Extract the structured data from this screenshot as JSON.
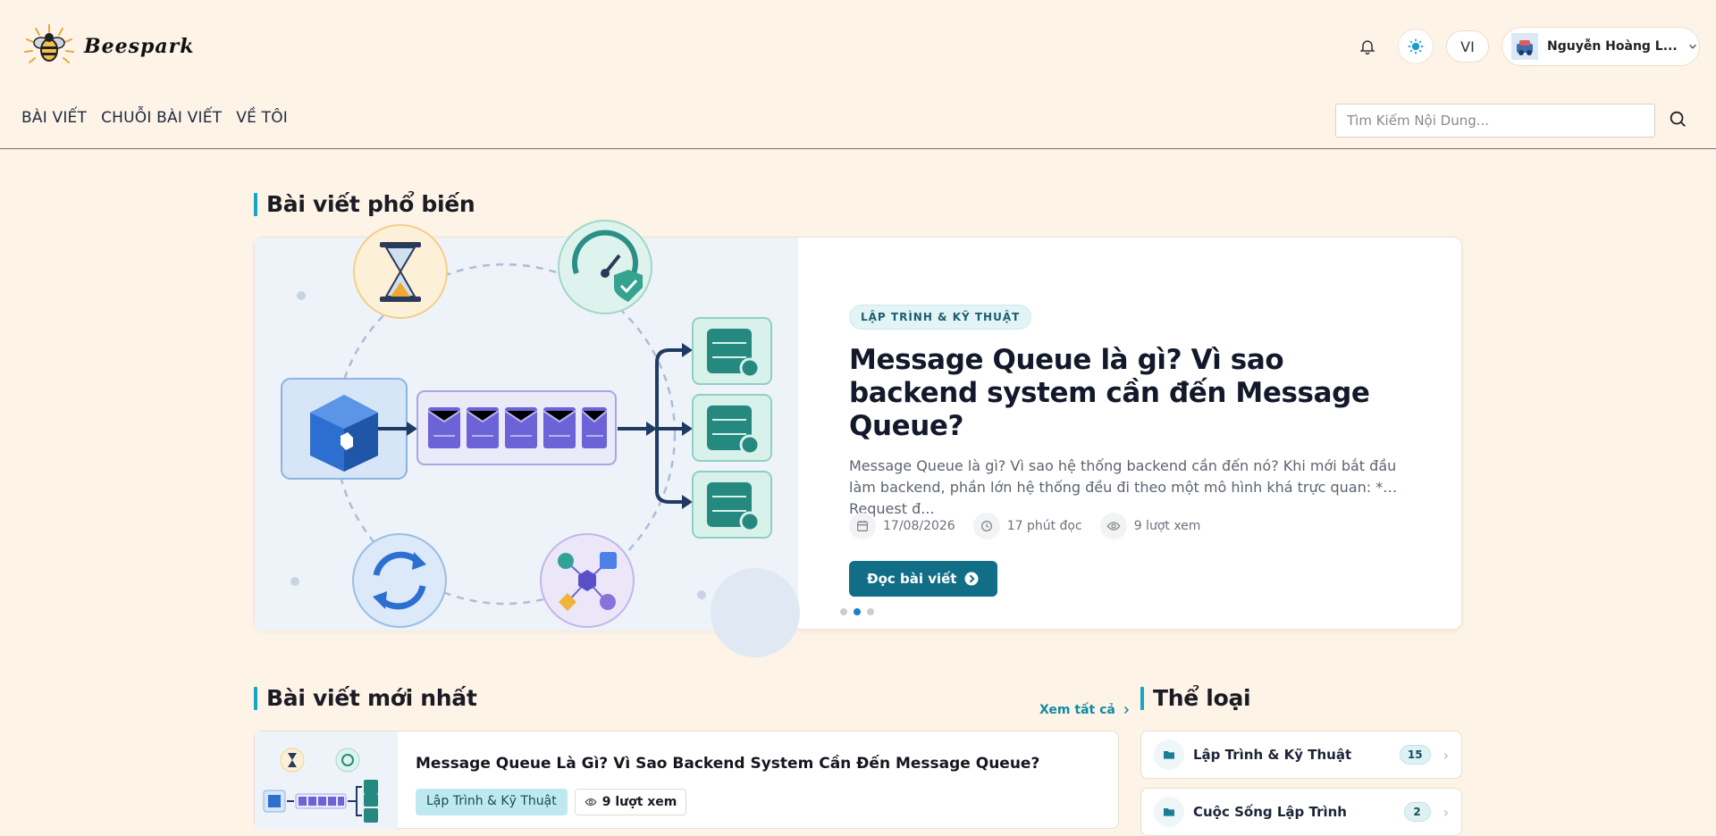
{
  "brand": {
    "name": "Beespark"
  },
  "header": {
    "language": "VI",
    "user_name": "Nguyễn Hoàng L..."
  },
  "nav": {
    "items": [
      "BÀI VIẾT",
      "CHUỖI BÀI VIẾT",
      "VỀ TÔI"
    ]
  },
  "search": {
    "placeholder": "Tìm Kiếm Nội Dung..."
  },
  "popular": {
    "section_title": "Bài viết phổ biến",
    "category": "LẬP TRÌNH & KỸ THUẬT",
    "title": "Message Queue là gì? Vì sao backend system cần đến Message Queue?",
    "excerpt": "Message Queue là gì? Vì sao hệ thống backend cần đến nó? Khi mới bắt đầu làm backend, phần lớn hệ thống đều đi theo một mô hình khá trực quan: * Request đ...",
    "date": "17/08/2026",
    "read_time": "17 phút đọc",
    "views": "9 lượt xem",
    "read_button": "Đọc bài viết",
    "slides": 3,
    "active_slide": 2
  },
  "latest": {
    "section_title": "Bài viết mới nhất",
    "see_all": "Xem tất cả",
    "posts": [
      {
        "title": "Message Queue Là Gì? Vì Sao Backend System Cần Đến Message Queue?",
        "category": "Lập Trình & Kỹ Thuật",
        "views": "9 lượt xem"
      }
    ]
  },
  "categories": {
    "section_title": "Thể loại",
    "items": [
      {
        "label": "Lập Trình & Kỹ Thuật",
        "count": "15"
      },
      {
        "label": "Cuộc Sống Lập Trình",
        "count": "2"
      }
    ]
  },
  "colors": {
    "accent": "#17a6c4",
    "primary_button": "#126d86",
    "background": "#fdf3e7"
  }
}
